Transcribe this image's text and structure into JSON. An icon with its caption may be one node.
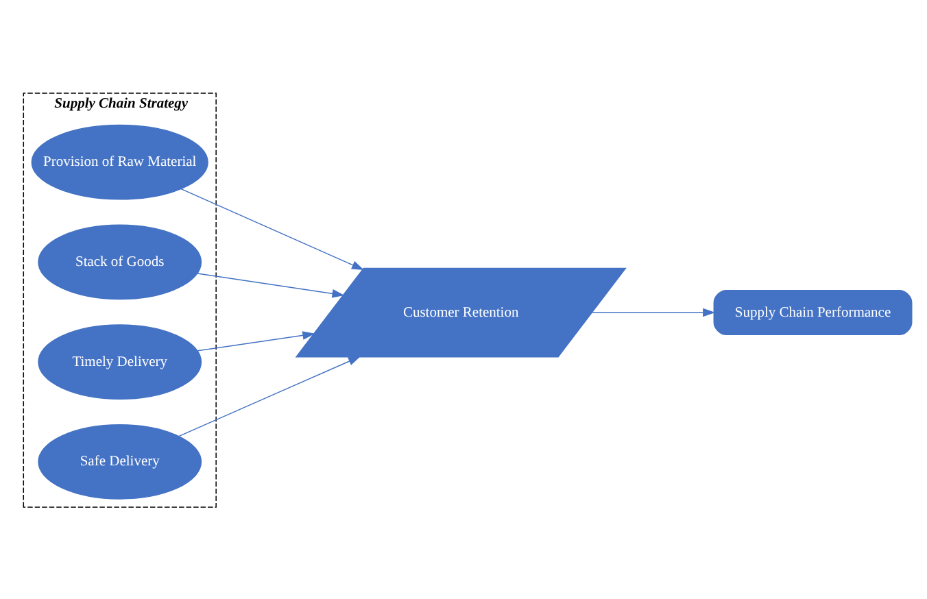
{
  "diagram": {
    "nodes": [
      {
        "text": [
          "Supply Chain Strategy"
        ]
      },
      {
        "text": [
          "Provision of Raw Material"
        ],
        "in": 0
      },
      {
        "text": [
          "Stack of Goods"
        ],
        "in": 0
      },
      {
        "text": [
          "Timely Delivery"
        ],
        "in": 0
      },
      {
        "text": [
          "Safe Delivery"
        ],
        "in": 0
      },
      {
        "text": [
          "Customer Retention"
        ]
      },
      {
        "text": [
          "Supply Chain Performance"
        ]
      }
    ],
    "edges": [
      {
        "from": 1,
        "to": 5,
        "arrow": "to"
      },
      {
        "from": 2,
        "to": 5,
        "arrow": "to"
      },
      {
        "from": 3,
        "to": 5,
        "arrow": "to"
      },
      {
        "from": 4,
        "to": 5,
        "arrow": "to"
      },
      {
        "from": 5,
        "to": 6,
        "arrow": "to"
      }
    ]
  }
}
